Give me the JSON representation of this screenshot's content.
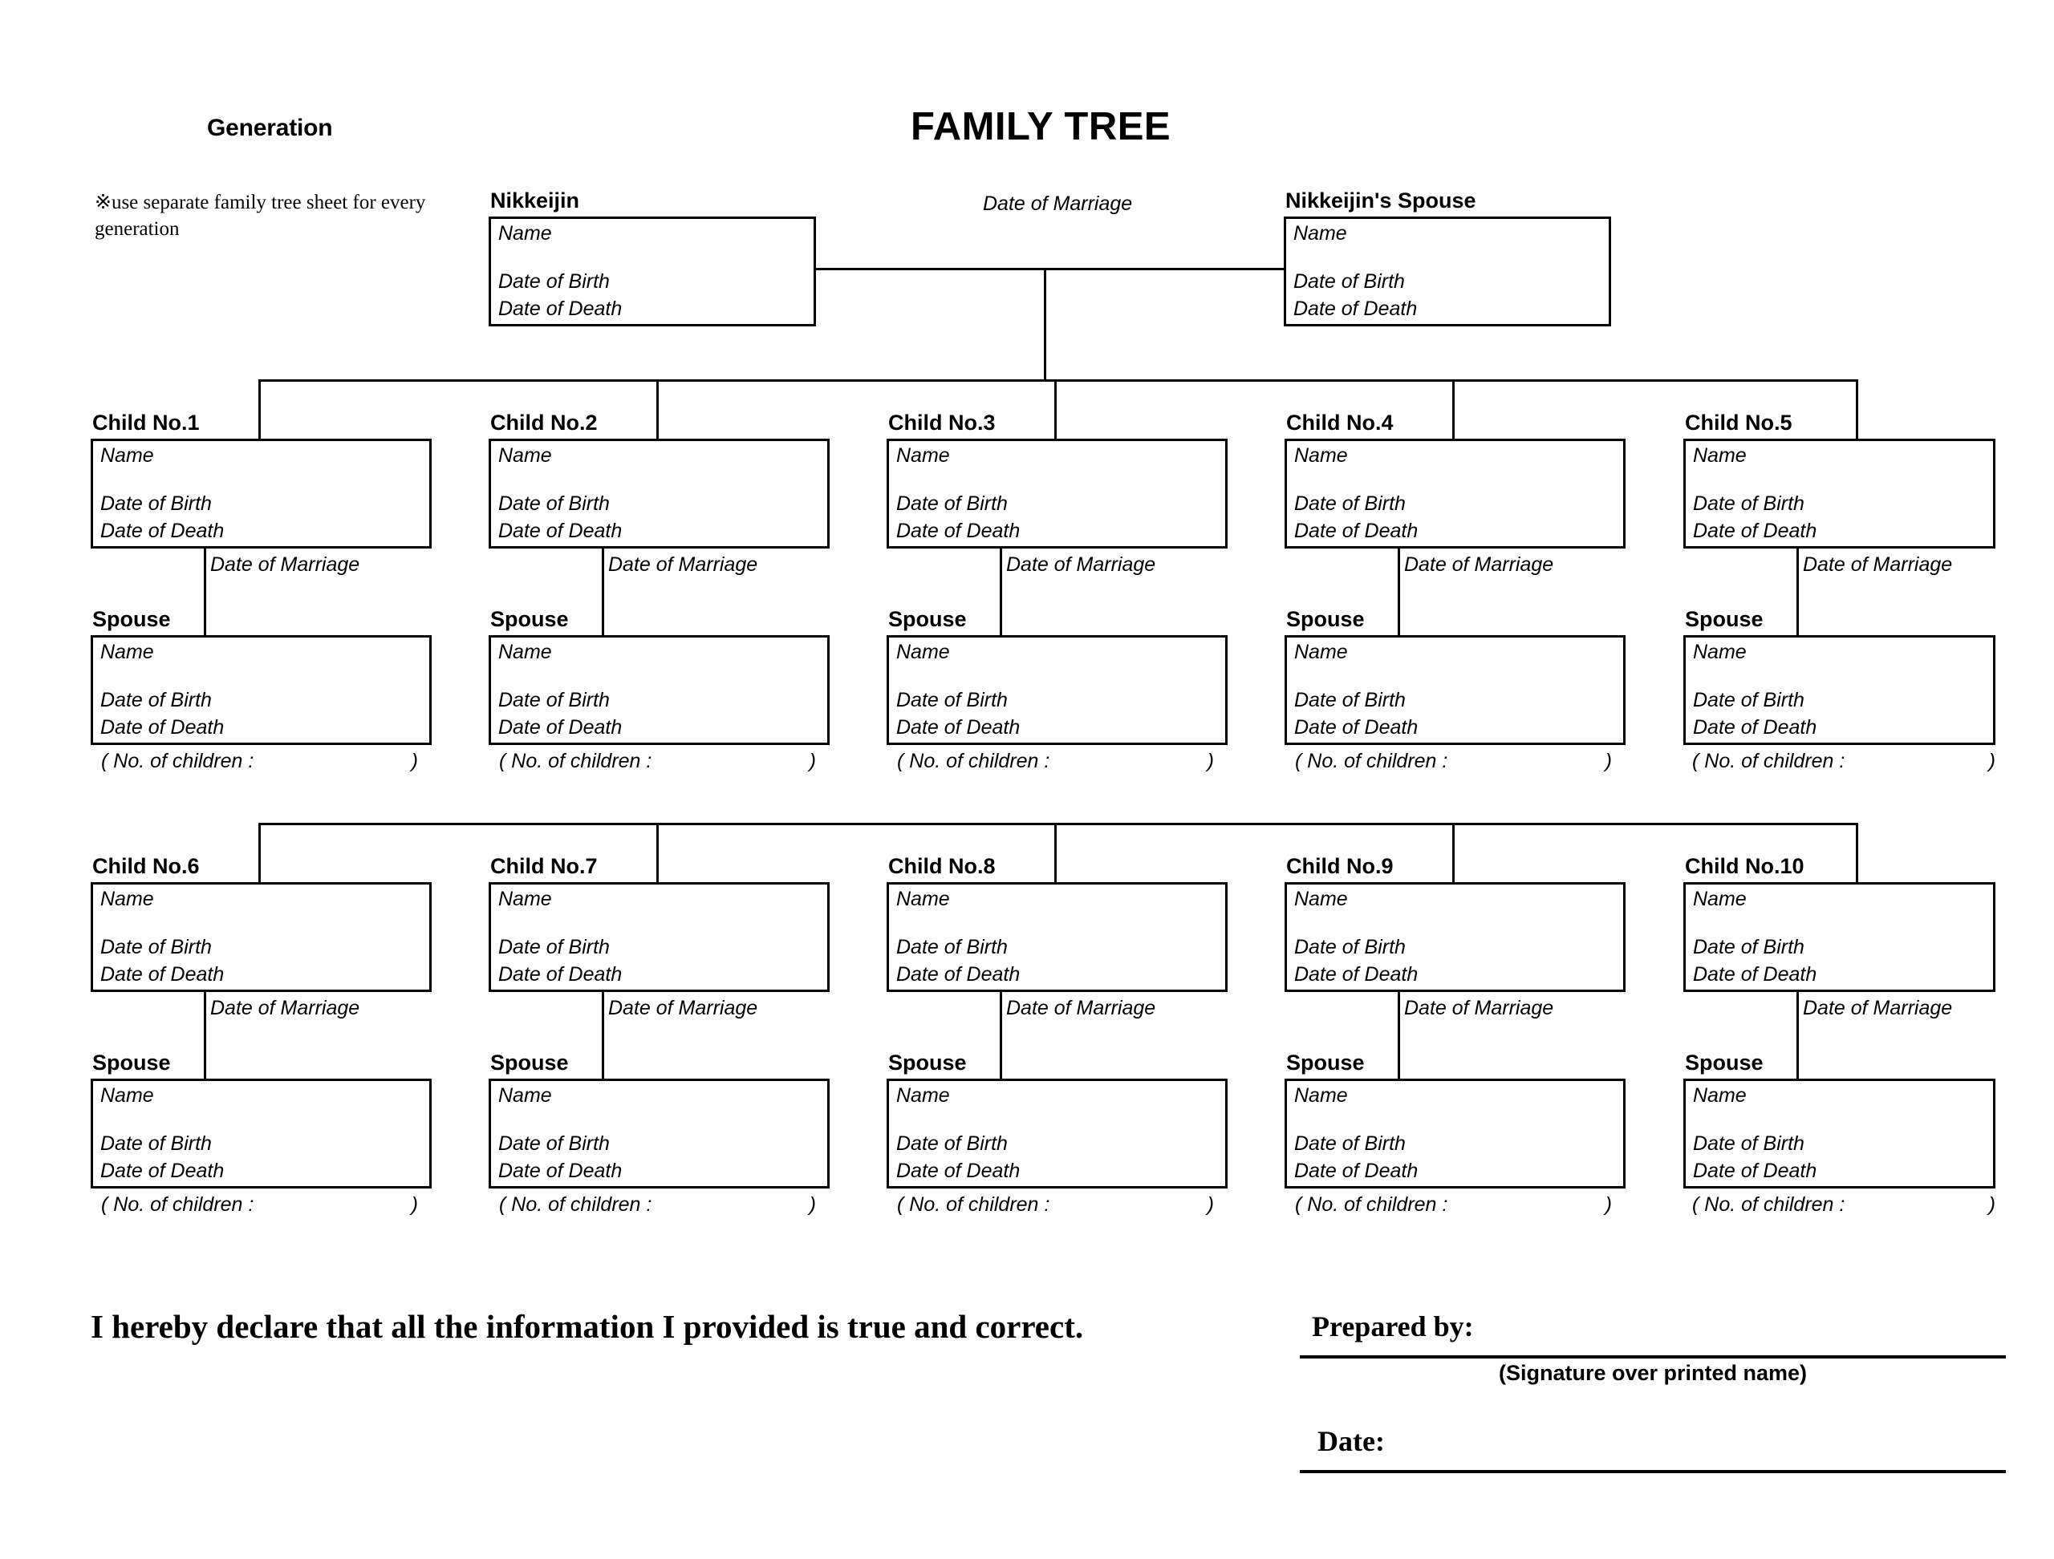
{
  "header": {
    "generation_label": "Generation",
    "title": "FAMILY TREE",
    "note": "※use separate family tree sheet for every generation",
    "marriage_label": "Date of Marriage"
  },
  "fields": {
    "name": "Name",
    "date_of_birth": "Date of Birth",
    "date_of_death": "Date of Death",
    "date_of_marriage": "Date of Marriage",
    "children_count_open": "( No. of children :",
    "children_count_close": ")"
  },
  "parents": [
    {
      "label": "Nikkeijin"
    },
    {
      "label": "Nikkeijin's Spouse"
    }
  ],
  "spouse_label": "Spouse",
  "children": [
    {
      "label": "Child No.1"
    },
    {
      "label": "Child No.2"
    },
    {
      "label": "Child No.3"
    },
    {
      "label": "Child No.4"
    },
    {
      "label": "Child No.5"
    },
    {
      "label": "Child No.6"
    },
    {
      "label": "Child No.7"
    },
    {
      "label": "Child No.8"
    },
    {
      "label": "Child No.9"
    },
    {
      "label": "Child No.10"
    }
  ],
  "footer": {
    "declaration": "I hereby declare that all the information I provided is true and correct.",
    "prepared_by": "Prepared by:",
    "signature_caption": "(Signature over printed name)",
    "date": "Date:"
  },
  "colors": {
    "ink": "#000000",
    "paper": "#ffffff"
  }
}
